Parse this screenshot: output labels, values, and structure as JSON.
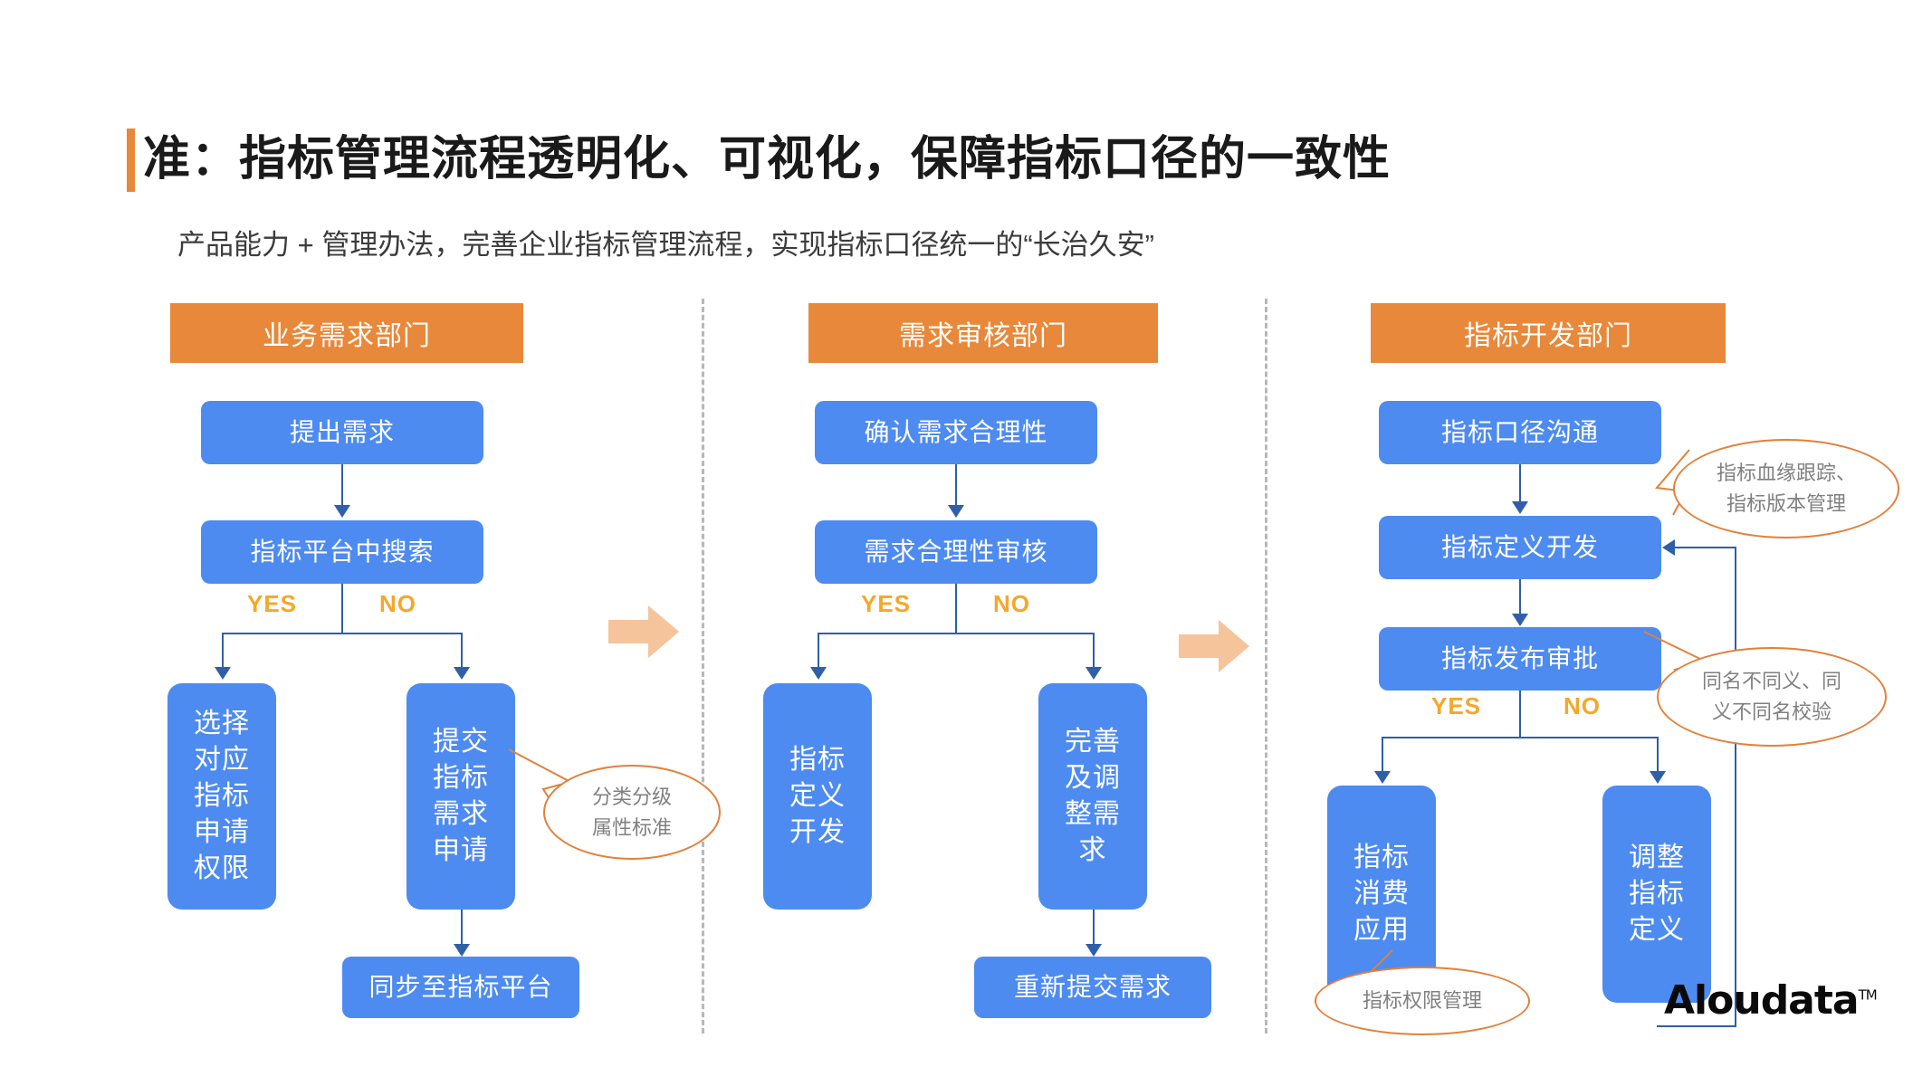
{
  "header": {
    "title": "准：指标管理流程透明化、可视化，保障指标口径的一致性",
    "subtitle": "产品能力 + 管理办法，完善企业指标管理流程，实现指标口径统一的“长治久安”"
  },
  "colors": {
    "accent_orange": "#E8883A",
    "box_blue": "#4d8bf0",
    "line_blue": "#2f5fa8",
    "yesno_orange": "#F5A72B",
    "callout_stroke": "#E2803B",
    "callout_text": "#808080",
    "step_arrow": "#F5C49B",
    "divider_gray": "#b8b8b8"
  },
  "columns": [
    {
      "id": "business-demand",
      "header": "业务需求部门",
      "nodes": {
        "n1": "提出需求",
        "n2": "指标平台中搜索",
        "yes": "YES",
        "no": "NO",
        "branch_left": "选择\n对应\n指标\n申请\n权限",
        "branch_right": "提交\n指标\n需求\n申请",
        "bottom": "同步至指标平台"
      },
      "callouts": [
        {
          "id": "classification",
          "text": "分类分级\n属性标准",
          "line1": "分类分级",
          "line2": "属性标准"
        }
      ]
    },
    {
      "id": "demand-review",
      "header": "需求审核部门",
      "nodes": {
        "n1": "确认需求合理性",
        "n2": "需求合理性审核",
        "yes": "YES",
        "no": "NO",
        "branch_left": "指标\n定义\n开发",
        "branch_right": "完善\n及调\n整需\n求",
        "bottom": "重新提交需求"
      },
      "callouts": []
    },
    {
      "id": "metric-development",
      "header": "指标开发部门",
      "nodes": {
        "n1": "指标口径沟通",
        "n2": "指标定义开发",
        "n3": "指标发布审批",
        "yes": "YES",
        "no": "NO",
        "branch_left": "指标\n消费\n应用",
        "branch_right": "调整\n指标\n定义"
      },
      "callouts": [
        {
          "id": "lineage",
          "text": "指标血缘跟踪、\n指标版本管理",
          "line1": "指标血缘跟踪、",
          "line2": "指标版本管理"
        },
        {
          "id": "naming-check",
          "text": "同名不同义、同\n义不同名校验",
          "line1": "同名不同义、同",
          "line2": "义不同名校验"
        },
        {
          "id": "permission",
          "text": "指标权限管理",
          "line1": "指标权限管理",
          "line2": ""
        }
      ]
    }
  ],
  "logo": {
    "text": "Aloudata",
    "tm": "TM"
  }
}
